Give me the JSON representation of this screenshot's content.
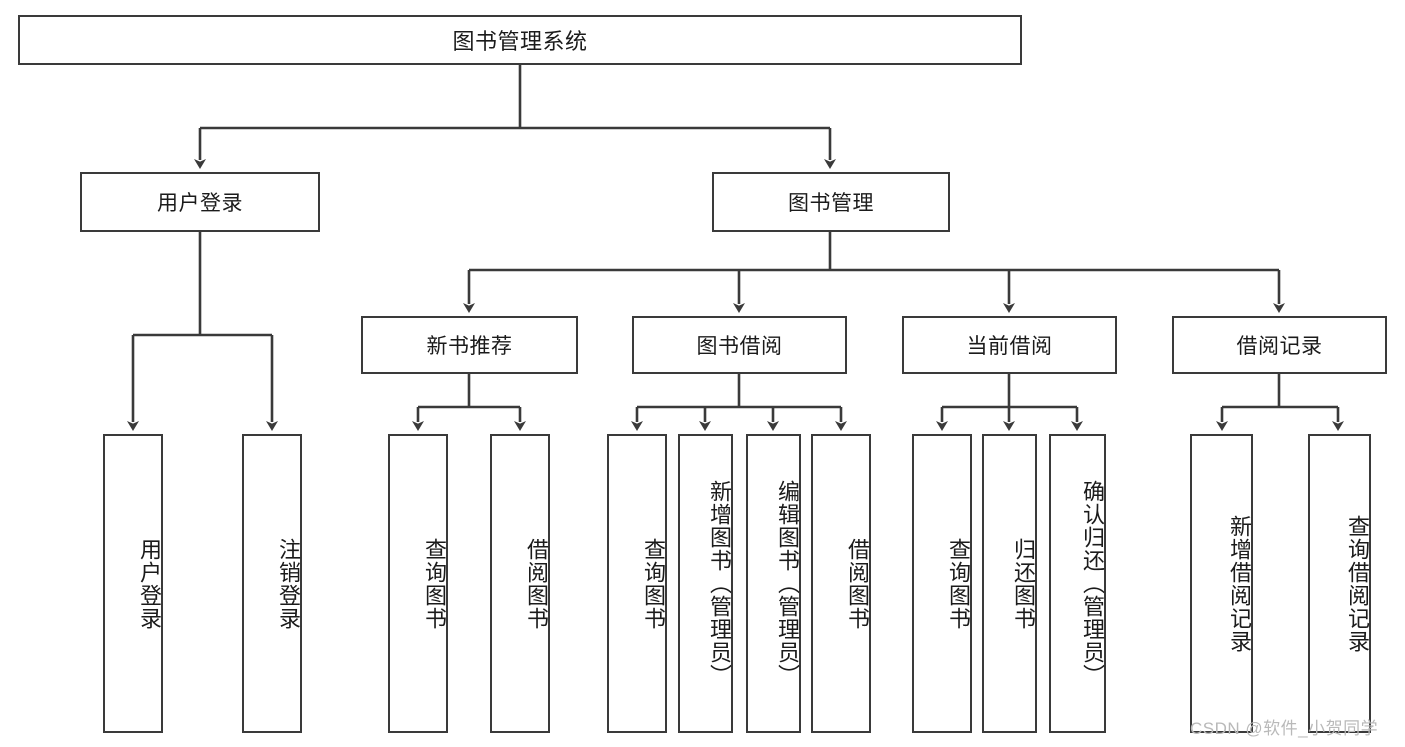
{
  "diagram": {
    "type": "tree",
    "title_node": {
      "label": "图书管理系统"
    },
    "level2": [
      {
        "label": "用户登录"
      },
      {
        "label": "图书管理"
      }
    ],
    "level3": [
      {
        "label": "新书推荐"
      },
      {
        "label": "图书借阅"
      },
      {
        "label": "当前借阅"
      },
      {
        "label": "借阅记录"
      }
    ],
    "leaves": {
      "user_login": [
        {
          "label": "用户登录"
        },
        {
          "label": "注销登录"
        }
      ],
      "new_book_recommend": [
        {
          "label": "查询图书"
        },
        {
          "label": "借阅图书"
        }
      ],
      "book_borrow": [
        {
          "label": "查询图书"
        },
        {
          "label": "新增图书（管理员）"
        },
        {
          "label": "编辑图书（管理员）"
        },
        {
          "label": "借阅图书"
        }
      ],
      "current_borrow": [
        {
          "label": "查询图书"
        },
        {
          "label": "归还图书"
        },
        {
          "label": "确认归还（管理员）"
        }
      ],
      "borrow_record": [
        {
          "label": "新增借阅记录"
        },
        {
          "label": "查询借阅记录"
        }
      ]
    }
  },
  "watermark": {
    "text": "CSDN @软件_小贺同学"
  },
  "colors": {
    "box_border": "#3a3a3a",
    "box_fill": "#ffffff",
    "line": "#3a3a3a",
    "text": "#1b1b1b",
    "watermark": "#b9b9b9"
  }
}
